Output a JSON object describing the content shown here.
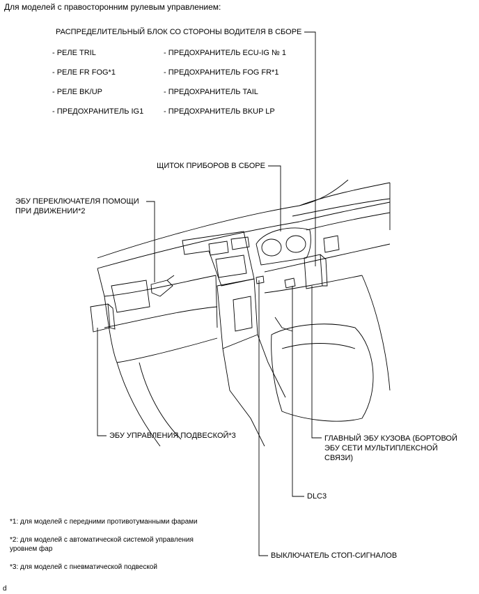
{
  "header": "Для моделей с правосторонним рулевым управлением:",
  "labels": {
    "junction_block": "РАСПРЕДЕЛИТЕЛЬНЫЙ БЛОК СО СТОРОНЫ ВОДИТЕЛЯ В СБОРЕ",
    "jb_items_left": [
      "- РЕЛЕ TRIL",
      "- РЕЛЕ FR FOG*1",
      "- РЕЛЕ BK/UP",
      "- ПРЕДОХРАНИТЕЛЬ IG1"
    ],
    "jb_items_right": [
      "- ПРЕДОХРАНИТЕЛЬ ECU-IG № 1",
      "- ПРЕДОХРАНИТЕЛЬ FOG FR*1",
      "- ПРЕДОХРАНИТЕЛЬ TAIL",
      "- ПРЕДОХРАНИТЕЛЬ BKUP LP"
    ],
    "meter": "ЩИТОК ПРИБОРОВ В СБОРЕ",
    "driving_assist_line1": "ЭБУ ПЕРЕКЛЮЧАТЕЛЯ ПОМОЩИ",
    "driving_assist_line2": "ПРИ ДВИЖЕНИИ*2",
    "suspension_ecu": "ЭБУ УПРАВЛЕНИЯ ПОДВЕСКОЙ*3",
    "main_body_line1": "ГЛАВНЫЙ ЭБУ КУЗОВА (БОРТОВОЙ",
    "main_body_line2": "ЭБУ СЕТИ МУЛЬТИПЛЕКСНОЙ",
    "main_body_line3": "СВЯЗИ)",
    "dlc3": "DLC3",
    "stop_light_switch": "ВЫКЛЮЧАТЕЛЬ СТОП-СИГНАЛОВ"
  },
  "footnotes": {
    "note1": "*1: для моделей с передними противотуманными фарами",
    "note2_line1": "*2: для моделей с автоматической системой управления",
    "note2_line2": "уровнем фар",
    "note3": "*3: для моделей с пневматической подвеской"
  },
  "corner_mark": "d"
}
